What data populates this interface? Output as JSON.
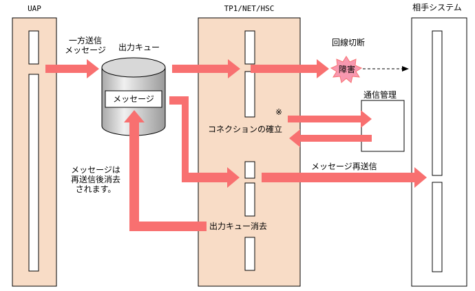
{
  "columns": {
    "uap": "UAP",
    "hsc": "TP1/NET/HSC",
    "partner": "相手システム"
  },
  "labels": {
    "one_way_send_line1": "一方送信",
    "one_way_send_line2": "メッセージ",
    "output_queue": "出力キュー",
    "message_box": "メッセージ",
    "line_cut": "回線切断",
    "fault": "障害",
    "comm_mgmt": "通信管理",
    "note_mark": "※",
    "connection_established": "コネクションの確立",
    "resend": "メッセージ再送信",
    "deleted_after_resend_line1": "メッセージは",
    "deleted_after_resend_line2": "再送信後消去",
    "deleted_after_resend_line3": "されます。",
    "queue_delete": "出力キュー消去"
  },
  "colors": {
    "column_fill": "#f8dcc6",
    "arrow": "#f87070",
    "fault_burst": "#f898b0"
  }
}
